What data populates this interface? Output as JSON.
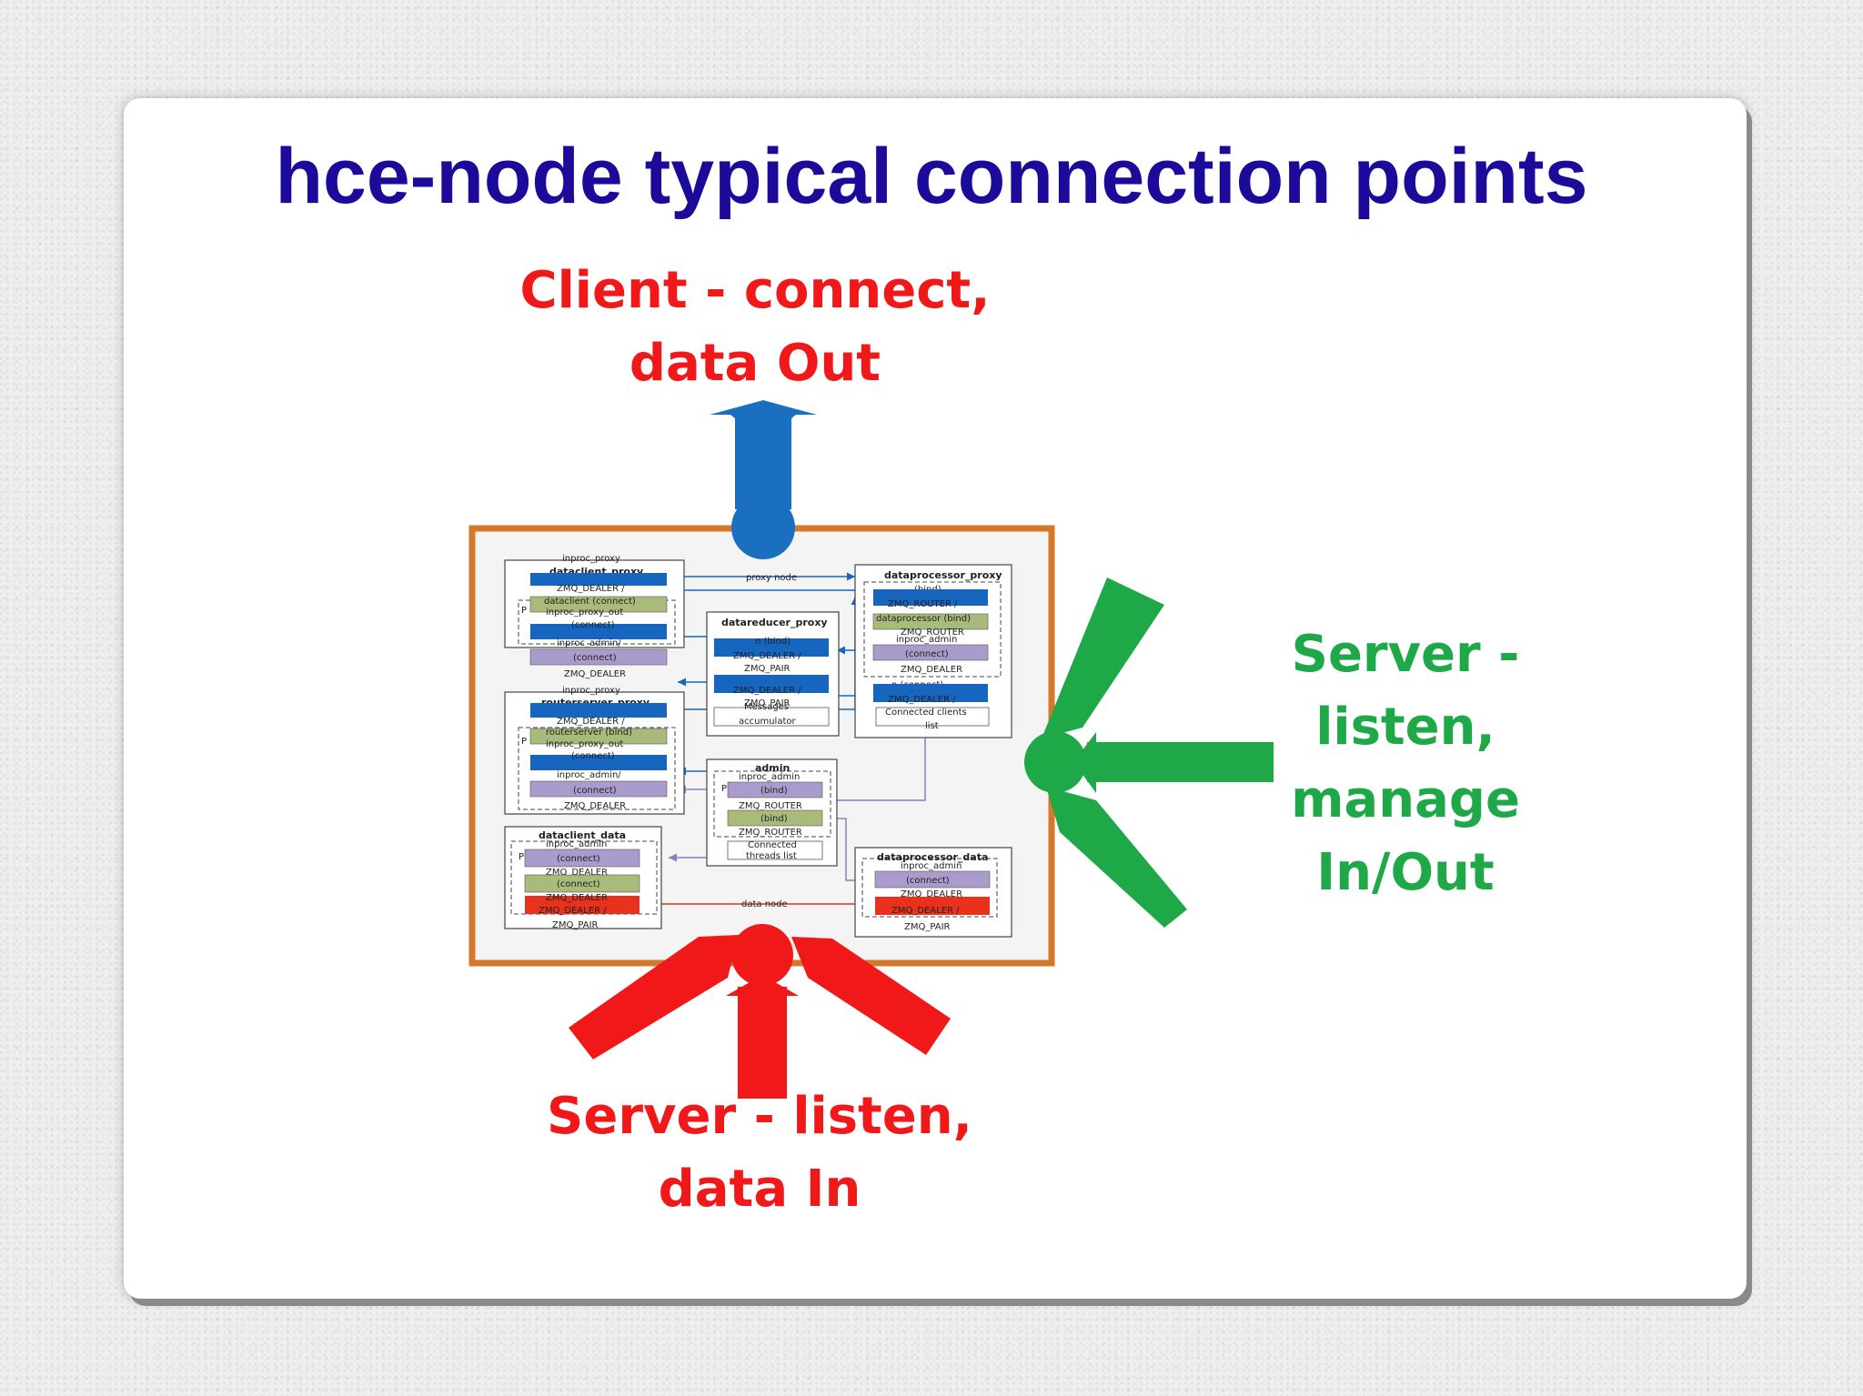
{
  "title": "hce-node typical connection points",
  "labels": {
    "client": [
      "Client - connect,",
      "data Out"
    ],
    "server_right": [
      "Server -",
      "listen,",
      "manage",
      "In/Out"
    ],
    "server_bottom": [
      "Server - listen,",
      "data In"
    ]
  },
  "diagram": {
    "proxy_node": "proxy node",
    "data_node": "data node",
    "dataclient_proxy": {
      "title": "dataclient_proxy",
      "items": [
        "inproc_proxy",
        "ZMQ_DEALER /",
        "dataclient (connect)",
        "inproc_proxy_out",
        "(connect)",
        "inproc_admin/",
        "(connect)",
        "ZMQ_DEALER"
      ]
    },
    "router_proxy": {
      "title": "routerserver_proxy",
      "items": [
        "inproc_proxy",
        "ZMQ_DEALER /",
        "routerserver (bind)",
        "inproc_proxy_out",
        "(connect)",
        "inproc_admin/",
        "(connect)",
        "ZMQ_DEALER"
      ]
    },
    "dataprocessor_proxy": {
      "title": "dataprocessor_proxy",
      "items": [
        "(bind)",
        "ZMQ_ROUTER /",
        "dataprocessor (bind)",
        "ZMQ_ROUTER",
        "inproc_admin",
        "(connect)",
        "ZMQ_DEALER",
        "n (connect)",
        "ZMQ_DEALER /",
        "Connected clients",
        "list"
      ]
    },
    "datareducer_proxy": {
      "title": "datareducer_proxy",
      "items": [
        "n (bind)",
        "ZMQ_DEALER /",
        "ZMQ_PAIR",
        "ZMQ_DEALER /",
        "ZMQ_PAIR",
        "Messages",
        "accumulator"
      ]
    },
    "admin": {
      "title": "admin",
      "items": [
        "inproc_admin",
        "(bind)",
        "ZMQ_ROUTER",
        "(bind)",
        "ZMQ_ROUTER",
        "Connected",
        "threads list"
      ]
    },
    "dataclient_data": {
      "title": "dataclient_data",
      "items": [
        "inproc_admin",
        "(connect)",
        "ZMQ_DEALER",
        "(connect)",
        "ZMQ_DEALER",
        "ZMQ_DEALER /",
        "ZMQ_PAIR"
      ]
    },
    "dataprocessor_data": {
      "title": "dataprocessor_data",
      "items": [
        "inproc_admin",
        "(connect)",
        "ZMQ_DEALER",
        "ZMQ_DEALER /",
        "ZMQ_PAIR"
      ]
    }
  },
  "colors": {
    "title": "#1c0a9a",
    "client": "#1a6fc0",
    "server_data": "#f01818",
    "server_manage": "#1fa847",
    "frame": "#d4782a",
    "box_blue": "#1666c0",
    "box_green": "#a8bb7a",
    "box_purple": "#a99ccc",
    "box_red": "#e8321e"
  },
  "icons": {
    "client_arrow": "arrow-up-icon",
    "server_bottom_arrows": "arrows-converge-icon",
    "server_right_arrows": "arrows-converge-icon"
  }
}
